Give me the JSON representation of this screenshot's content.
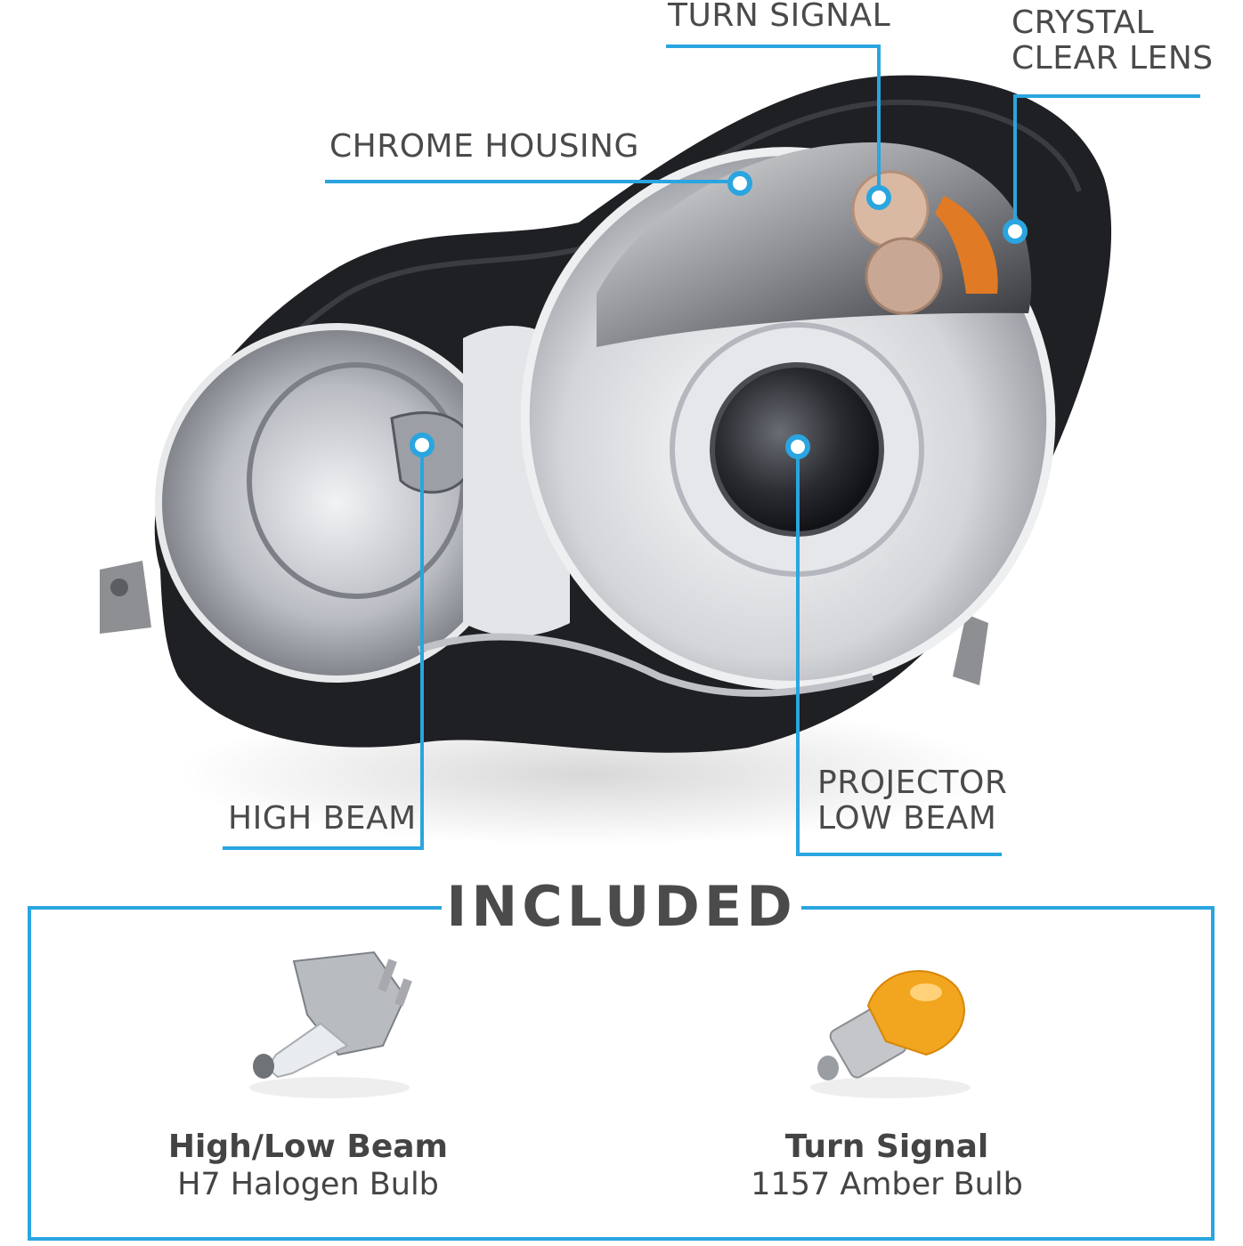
{
  "colors": {
    "accent": "#2aa5df",
    "text": "#4a4a4a",
    "housing": "#1e1f22",
    "chrome": "#d9dadd",
    "amber": "#f2a51e"
  },
  "callouts": {
    "turn_signal": [
      "TURN SIGNAL"
    ],
    "crystal_clear_lens": [
      "CRYSTAL",
      "CLEAR LENS"
    ],
    "chrome_housing": [
      "CHROME HOUSING"
    ],
    "high_beam": [
      "HIGH BEAM"
    ],
    "projector_low_beam": [
      "PROJECTOR",
      "LOW BEAM"
    ]
  },
  "included": {
    "title": "INCLUDED",
    "items": [
      {
        "name": "High/Low Beam",
        "detail": "H7 Halogen Bulb",
        "icon": "h7-halogen-bulb-icon"
      },
      {
        "name": "Turn Signal",
        "detail": "1157 Amber Bulb",
        "icon": "amber-bulb-icon"
      }
    ]
  }
}
